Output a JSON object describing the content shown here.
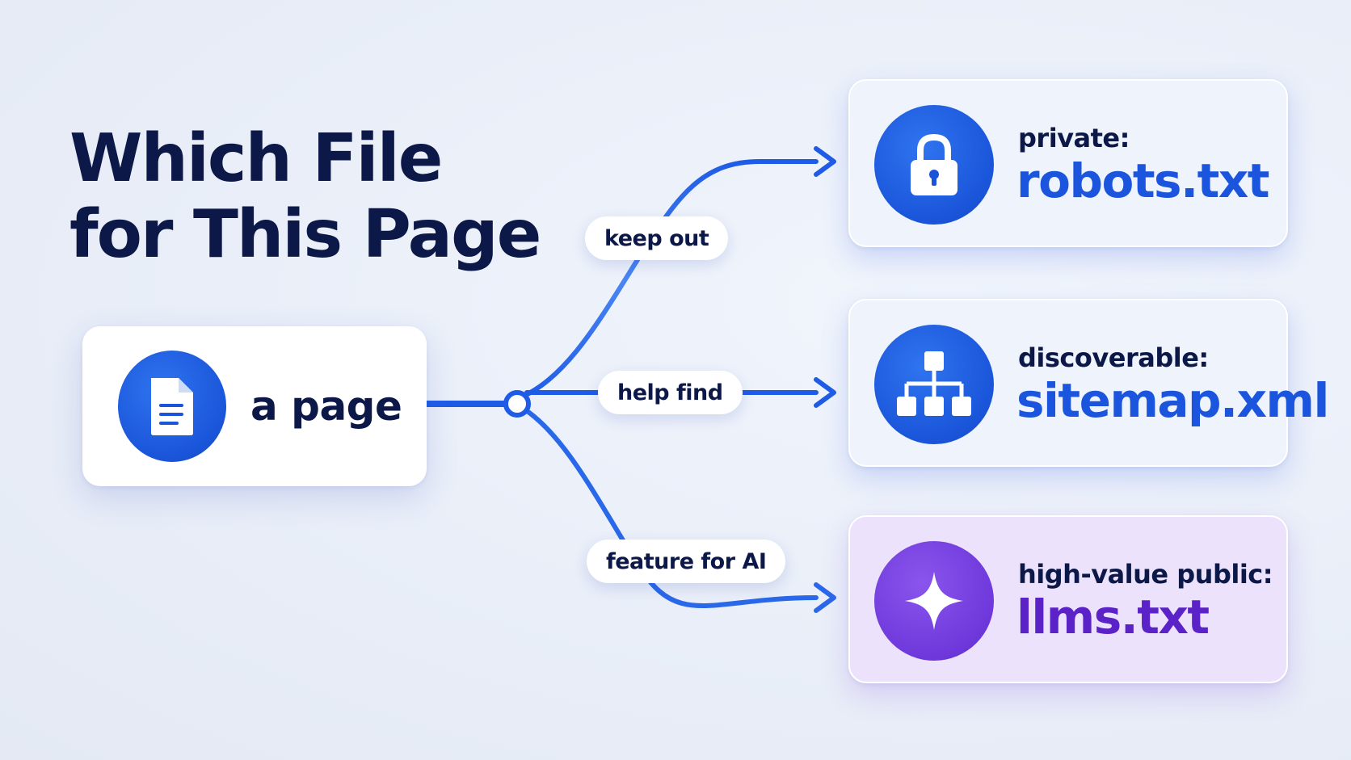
{
  "title": "Which File\nfor This Page",
  "source": {
    "label": "a page",
    "icon": "document-icon"
  },
  "branches": [
    {
      "pill": "keep out",
      "label": "private:",
      "file": "robots.txt",
      "icon": "lock-icon"
    },
    {
      "pill": "help find",
      "label": "discoverable:",
      "file": "sitemap.xml",
      "icon": "sitemap-icon"
    },
    {
      "pill": "feature for AI",
      "label": "high-value public:",
      "file": "llms.txt",
      "icon": "sparkle-icon"
    }
  ],
  "colors": {
    "accent": "#1b55de",
    "purple": "#5b22c8",
    "navy": "#0b1848"
  }
}
